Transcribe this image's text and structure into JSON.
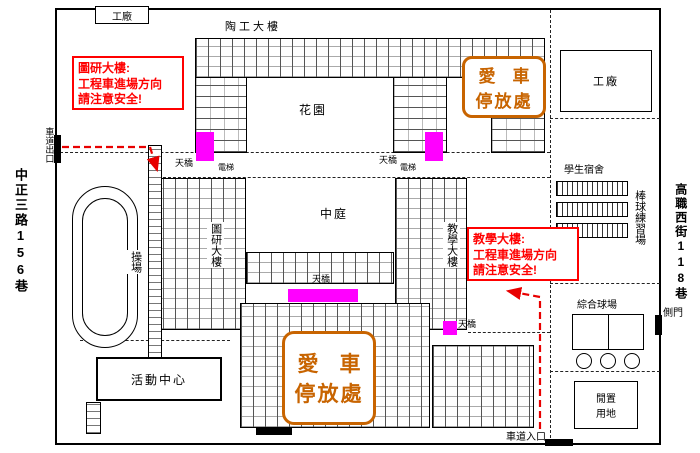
{
  "colors": {
    "bridge_pink": "#ff00ff",
    "parking_orange": "#c86400",
    "warning_red": "#ff0000"
  },
  "roads": {
    "left": "中正三路156巷",
    "right": "高職西街118巷"
  },
  "gates": {
    "exit": "車道出口",
    "entry": "車道入口",
    "side": "側門"
  },
  "warnings": {
    "left": {
      "title": "圖研大樓:",
      "line2": "工程車進場方向",
      "line3": "請注意安全!"
    },
    "right": {
      "title": "教學大樓:",
      "line2": "工程車進場方向",
      "line3": "請注意安全!"
    }
  },
  "parking": {
    "line1": "愛　車",
    "line2": "停放處"
  },
  "labels": {
    "factory_top": "工廠",
    "factory_right": "工廠",
    "ceramics_building": "陶工大樓",
    "garden": "花園",
    "courtyard": "中庭",
    "tuyan_building": "圖研大樓",
    "teaching_building": "教學大樓",
    "playground": "操場",
    "activity_center": "活動中心",
    "dormitory": "學生宿舍",
    "baseball_field": "棒球練習場",
    "sports_court": "綜合球場",
    "idle_land_line1": "閒置",
    "idle_land_line2": "用地",
    "skybridge": "天橋",
    "elevator": "電梯"
  }
}
